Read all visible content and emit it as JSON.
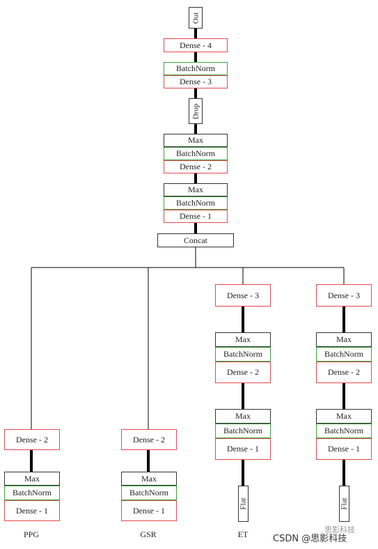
{
  "top": {
    "out": "Out",
    "dense4": "Dense - 4",
    "batchnorm_a": "BatchNorm",
    "dense3": "Dense - 3",
    "drop": "Drop",
    "max_b": "Max",
    "batchnorm_b": "BatchNorm",
    "dense2": "Dense - 2",
    "max_c": "Max",
    "batchnorm_c": "BatchNorm",
    "dense1": "Dense - 1",
    "concat": "Concat"
  },
  "branches": {
    "ppg": {
      "dense2": "Dense - 2",
      "max": "Max",
      "batchnorm": "BatchNorm",
      "dense1": "Dense - 1",
      "label": "PPG"
    },
    "gsr": {
      "dense2": "Dense - 2",
      "max": "Max",
      "batchnorm": "BatchNorm",
      "dense1": "Dense - 1",
      "label": "GSR"
    },
    "et": {
      "dense3": "Dense - 3",
      "max_a": "Max",
      "batchnorm_a": "BatchNorm",
      "dense2": "Dense - 2",
      "max_b": "Max",
      "batchnorm_b": "BatchNorm",
      "dense1": "Dense - 1",
      "flat": "Flat",
      "label": "ET"
    },
    "fourth": {
      "dense3": "Dense - 3",
      "max_a": "Max",
      "batchnorm_a": "BatchNorm",
      "dense2": "Dense - 2",
      "max_b": "Max",
      "batchnorm_b": "BatchNorm",
      "dense1": "Dense - 1",
      "flat": "Flat"
    }
  },
  "watermark": {
    "text": "CSDN @思影科技",
    "faint": "思影科技"
  },
  "colors": {
    "dense_border": "#e5484d",
    "batchnorm_border": "#3aa53a",
    "other_border": "#333333"
  }
}
